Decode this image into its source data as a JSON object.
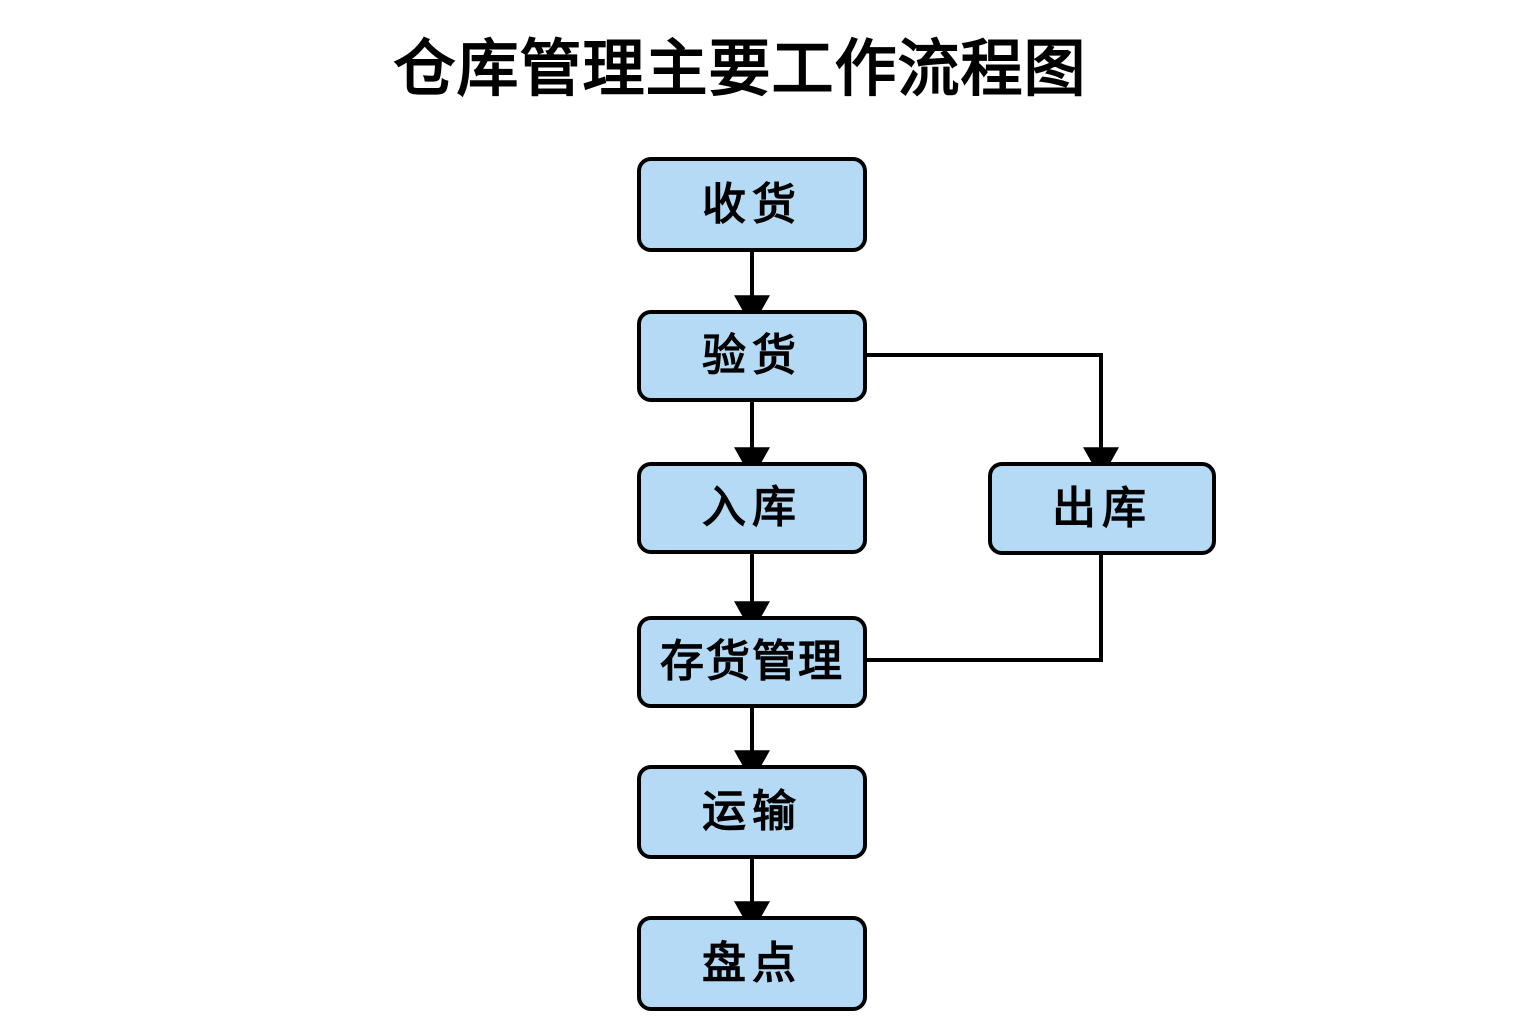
{
  "diagram": {
    "title": "仓库管理主要工作流程图",
    "background_color": "#ffffff",
    "node_fill_color": "#b4daf5",
    "node_border_color": "#000000",
    "connector_color": "#000000",
    "nodes": [
      {
        "id": "receive",
        "label": "收货",
        "shape": "rounded-rectangle"
      },
      {
        "id": "inspect",
        "label": "验货",
        "shape": "rounded-rectangle"
      },
      {
        "id": "inbound",
        "label": "入库",
        "shape": "rounded-rectangle"
      },
      {
        "id": "inventory",
        "label": "存货管理",
        "shape": "rounded-rectangle"
      },
      {
        "id": "transport",
        "label": "运输",
        "shape": "rounded-rectangle"
      },
      {
        "id": "stocktake",
        "label": "盘点",
        "shape": "rounded-rectangle"
      },
      {
        "id": "outbound",
        "label": "出库",
        "shape": "rounded-rectangle"
      }
    ],
    "connectors": [
      {
        "from": "receive",
        "to": "inspect",
        "style": "straight-down",
        "arrow": true
      },
      {
        "from": "inspect",
        "to": "inbound",
        "style": "straight-down",
        "arrow": true
      },
      {
        "from": "inbound",
        "to": "inventory",
        "style": "straight-down",
        "arrow": true
      },
      {
        "from": "inventory",
        "to": "transport",
        "style": "straight-down",
        "arrow": true
      },
      {
        "from": "transport",
        "to": "stocktake",
        "style": "straight-down",
        "arrow": true
      },
      {
        "from": "inspect",
        "to": "outbound",
        "style": "right-then-down",
        "arrow": true
      },
      {
        "from": "outbound",
        "to": "inventory",
        "style": "down-then-left",
        "arrow": false
      }
    ]
  }
}
